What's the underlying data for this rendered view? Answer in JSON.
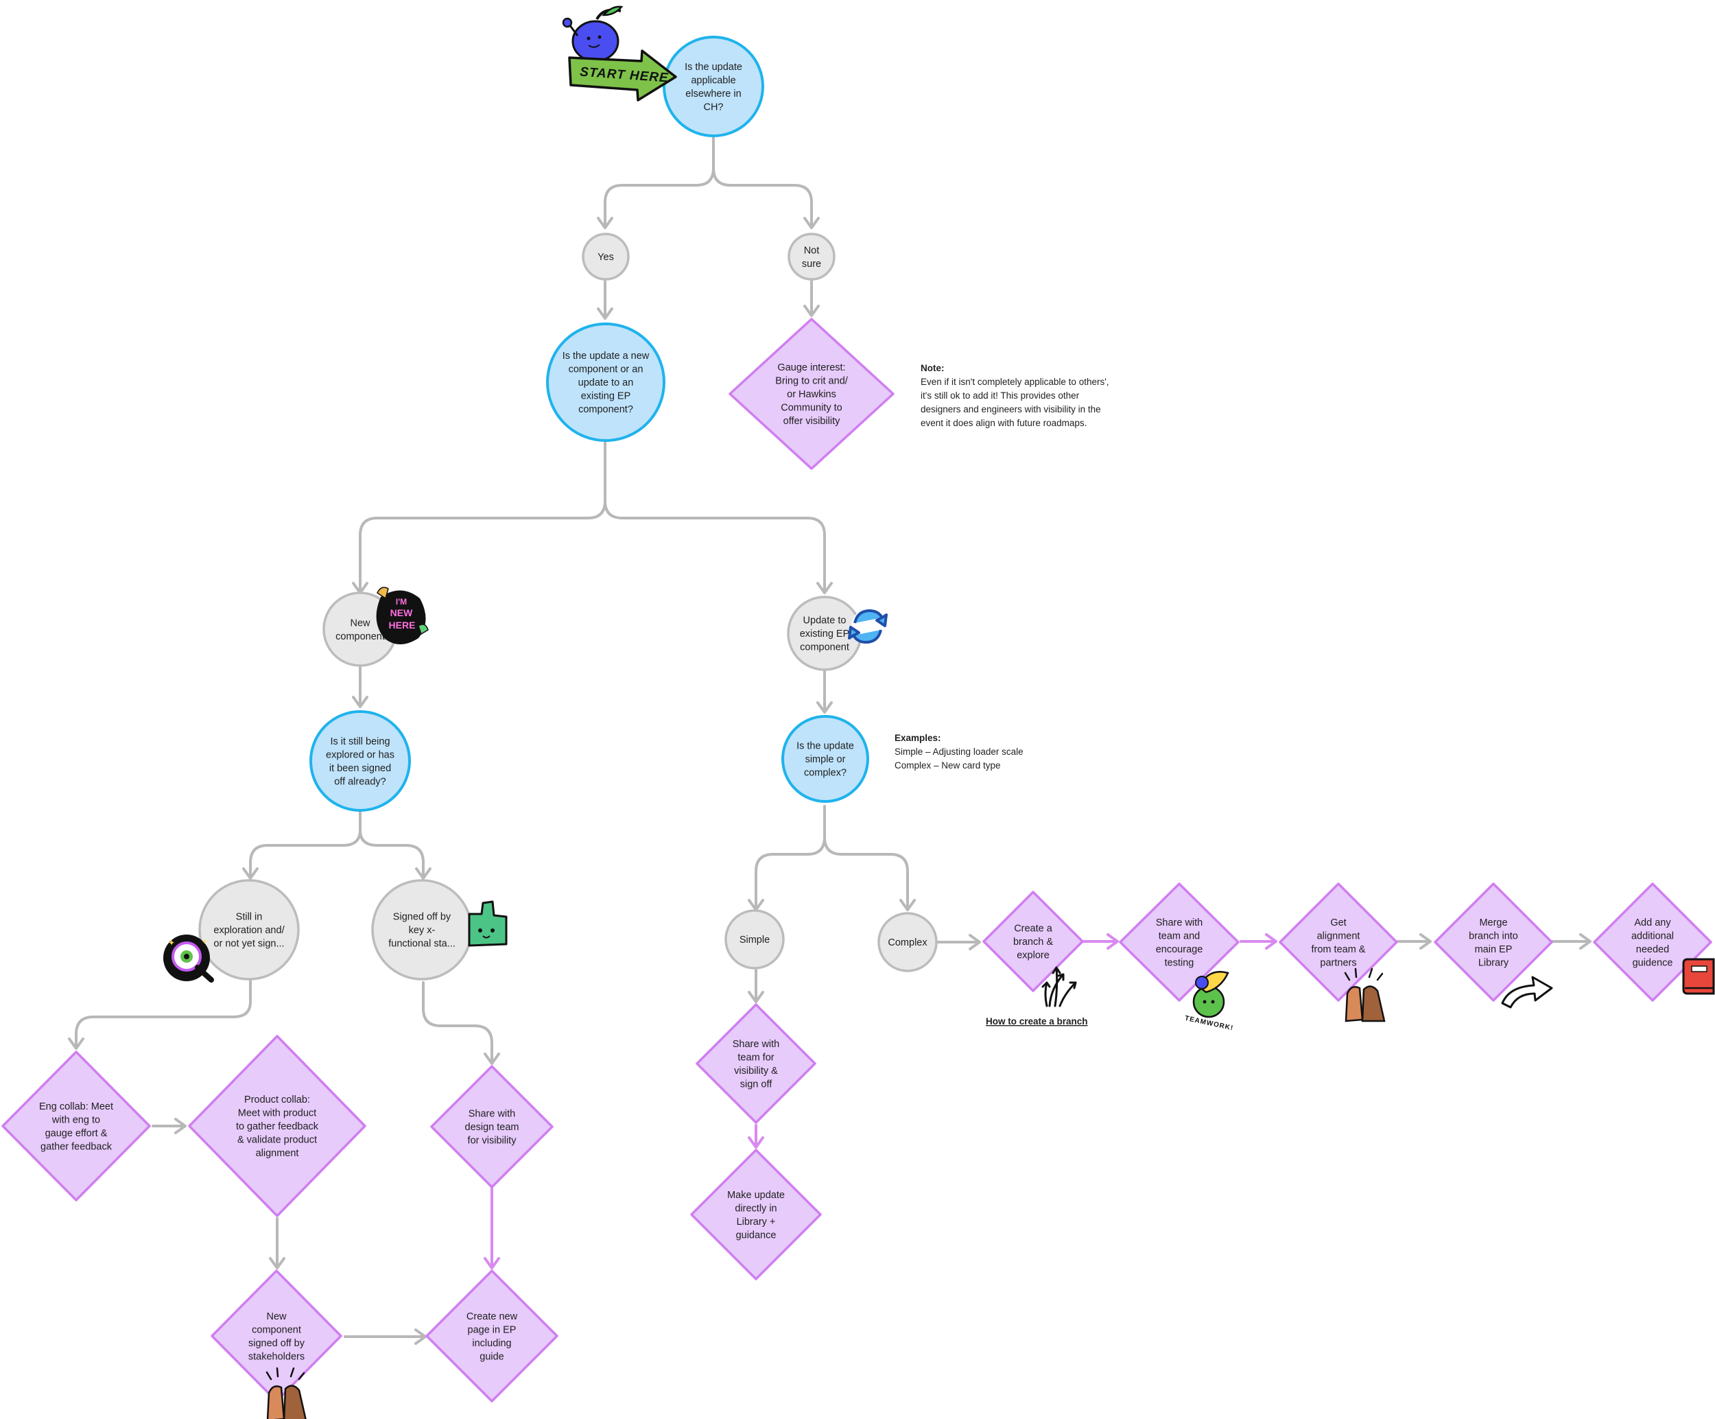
{
  "colors": {
    "question_fill": "#bfe3fb",
    "question_stroke": "#1fb3ec",
    "answer_fill": "#e8e8e8",
    "answer_stroke": "#bcbcbc",
    "action_fill": "#e7cbfb",
    "action_stroke": "#d07ef0",
    "connector_gray": "#b8b8b8",
    "connector_purple": "#d98af0",
    "start_banner": "#7ec24a"
  },
  "start": {
    "label": "START HERE",
    "icon": "cherry-mascot-icon"
  },
  "nodes": {
    "q_applicable": {
      "lines": [
        "Is the update",
        "applicable",
        "elsewhere in",
        "CH?"
      ]
    },
    "a_yes": {
      "lines": [
        "Yes"
      ]
    },
    "a_not_sure": {
      "lines": [
        "Not",
        "sure"
      ]
    },
    "q_new_or_update": {
      "lines": [
        "Is the update a new",
        "component or an",
        "update to an",
        "existing EP",
        "component?"
      ]
    },
    "act_gauge_interest": {
      "lines": [
        "Gauge interest:",
        "Bring to crit and/",
        "or Hawkins",
        "Community to",
        "offer visibility"
      ]
    },
    "a_new_component": {
      "lines": [
        "New",
        "component"
      ]
    },
    "a_update_existing": {
      "lines": [
        "Update to",
        "existing EP",
        "component"
      ]
    },
    "q_explored": {
      "lines": [
        "Is it still being",
        "explored or has",
        "it been signed",
        "off already?"
      ]
    },
    "q_simple_complex": {
      "lines": [
        "Is the update",
        "simple or",
        "complex?"
      ]
    },
    "a_still_exploring": {
      "lines": [
        "Still in",
        "exploration and/",
        "or not yet sign..."
      ]
    },
    "a_signed_off": {
      "lines": [
        "Signed off by",
        "key  x-",
        "functional sta..."
      ]
    },
    "a_simple": {
      "lines": [
        "Simple"
      ]
    },
    "a_complex": {
      "lines": [
        "Complex"
      ]
    },
    "act_eng_collab": {
      "lines": [
        "Eng collab: Meet",
        "with eng to",
        "gauge effort &",
        "gather feedback"
      ]
    },
    "act_product_collab": {
      "lines": [
        "Product collab:",
        "Meet with product",
        "to gather feedback",
        "& validate product",
        "alignment"
      ]
    },
    "act_share_design_team": {
      "lines": [
        "Share with",
        "design team",
        "for visibility"
      ]
    },
    "act_signed_by_stakeholders": {
      "lines": [
        "New",
        "component",
        "signed off by",
        "stakeholders"
      ]
    },
    "act_create_page": {
      "lines": [
        "Create new",
        "page in EP",
        "including",
        "guide"
      ]
    },
    "act_share_signoff": {
      "lines": [
        "Share with",
        "team for",
        "visibility &",
        "sign off"
      ]
    },
    "act_make_update": {
      "lines": [
        "Make update",
        "directly in",
        "Library +",
        "guidance"
      ]
    },
    "act_create_branch": {
      "lines": [
        "Create a",
        "branch &",
        "explore"
      ]
    },
    "act_share_testing": {
      "lines": [
        "Share with",
        "team and",
        "encourage",
        "testing"
      ]
    },
    "act_get_alignment": {
      "lines": [
        "Get",
        "alignment",
        "from team &",
        "partners"
      ]
    },
    "act_merge_branch": {
      "lines": [
        "Merge",
        "branch into",
        "main EP",
        "Library"
      ]
    },
    "act_add_guidance": {
      "lines": [
        "Add any",
        "additional",
        "needed",
        "guidence"
      ]
    }
  },
  "notes": {
    "note_visibility": {
      "title": "Note:",
      "lines": [
        "Even if it isn't completely applicable to others',",
        "it's still ok to add it! This provides other",
        "designers and engineers with visibility in the",
        "event it does align with future roadmaps."
      ]
    },
    "note_examples": {
      "title": "Examples:",
      "lines": [
        "Simple – Adjusting loader scale",
        "Complex – New card type"
      ]
    }
  },
  "links": {
    "how_to_branch": "How to create a branch"
  },
  "stickers": {
    "new_here": {
      "text": "I'M NEW HERE",
      "icon": "im-new-here-sticker-icon"
    },
    "refresh": {
      "icon": "refresh-arrows-icon"
    },
    "magnifier": {
      "icon": "magnifying-glass-eye-icon"
    },
    "thumbs_up": {
      "icon": "green-thumbs-up-icon"
    },
    "high_five": {
      "icon": "high-five-hands-icon"
    },
    "teamwork": {
      "text": "TEAMWORK!",
      "icon": "teamwork-fruit-icon"
    },
    "branch_arrows": {
      "icon": "branching-arrows-icon"
    },
    "curved_arrow": {
      "icon": "curved-arrow-icon"
    },
    "book": {
      "icon": "red-book-icon"
    }
  }
}
